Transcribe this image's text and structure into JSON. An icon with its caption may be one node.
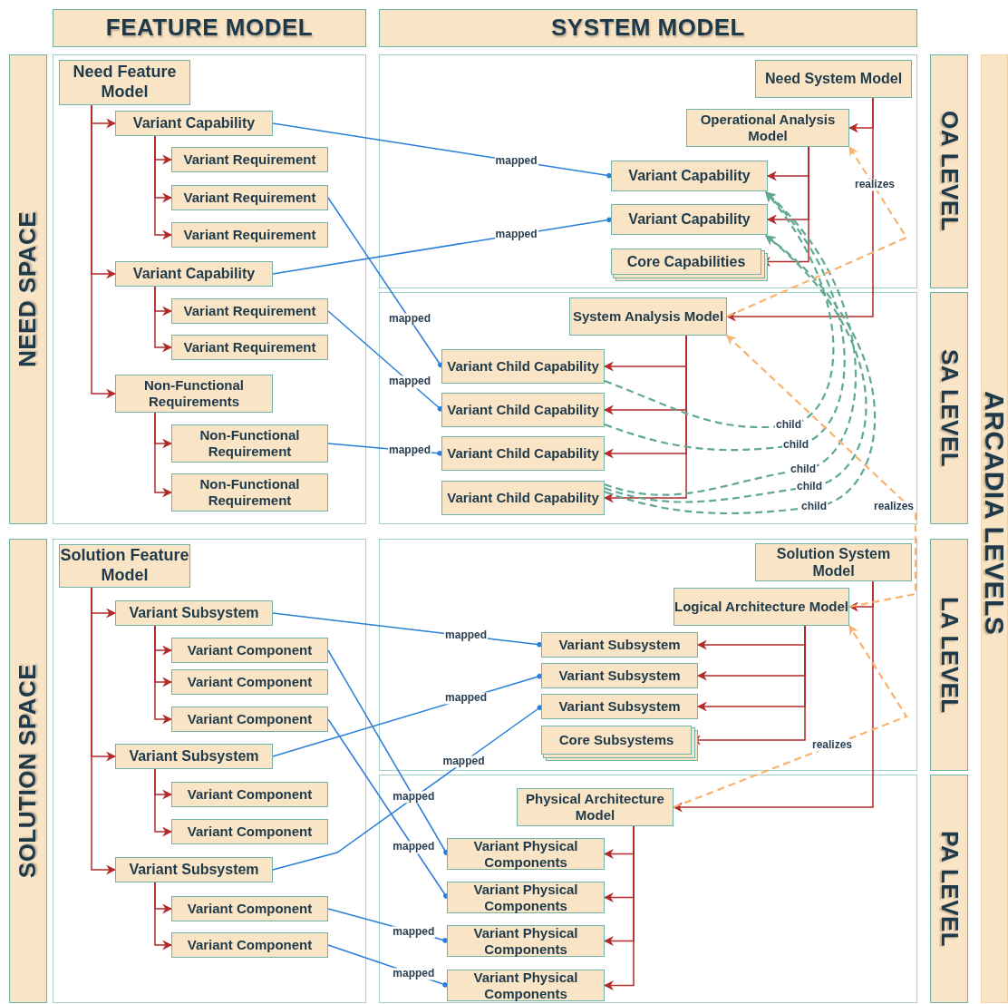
{
  "diagram": {
    "nodes": [
      {
        "text": [
          "FEATURE MODEL"
        ]
      },
      {
        "text": [
          "SYSTEM MODEL"
        ]
      },
      {
        "text": [
          "NEED SPACE"
        ]
      },
      {
        "text": [
          "SOLUTION SPACE"
        ]
      },
      {
        "text": [
          "OA LEVEL"
        ]
      },
      {
        "text": [
          "SA LEVEL"
        ]
      },
      {
        "text": [
          "LA LEVEL"
        ]
      },
      {
        "text": [
          "PA LEVEL"
        ]
      },
      {
        "text": [
          "ARCADIA LEVELS"
        ]
      },
      {
        "text": [
          "Need Feature Model"
        ]
      },
      {
        "text": [
          "Variant Capability"
        ]
      },
      {
        "text": [
          "Variant Requirement"
        ]
      },
      {
        "text": [
          "Variant Requirement"
        ]
      },
      {
        "text": [
          "Variant Requirement"
        ]
      },
      {
        "text": [
          "Variant Capability"
        ]
      },
      {
        "text": [
          "Variant Requirement"
        ]
      },
      {
        "text": [
          "Variant Requirement"
        ]
      },
      {
        "text": [
          "Non-Functional Requirements"
        ]
      },
      {
        "text": [
          "Non-Functional Requirement"
        ]
      },
      {
        "text": [
          "Non-Functional Requirement"
        ]
      },
      {
        "text": [
          "Solution Feature Model"
        ]
      },
      {
        "text": [
          "Variant Subsystem"
        ]
      },
      {
        "text": [
          "Variant Component"
        ]
      },
      {
        "text": [
          "Variant Component"
        ]
      },
      {
        "text": [
          "Variant Component"
        ]
      },
      {
        "text": [
          "Variant Subsystem"
        ]
      },
      {
        "text": [
          "Variant Component"
        ]
      },
      {
        "text": [
          "Variant Component"
        ]
      },
      {
        "text": [
          "Variant Subsystem"
        ]
      },
      {
        "text": [
          "Variant Component"
        ]
      },
      {
        "text": [
          "Variant Component"
        ]
      },
      {
        "text": [
          "Need System Model"
        ]
      },
      {
        "text": [
          "Operational Analysis Model"
        ]
      },
      {
        "text": [
          "Variant Capability"
        ]
      },
      {
        "text": [
          "Variant Capability"
        ]
      },
      {
        "text": [
          "Core Capabilities"
        ]
      },
      {
        "text": [
          "System Analysis Model"
        ]
      },
      {
        "text": [
          "Variant Child Capability"
        ]
      },
      {
        "text": [
          "Variant Child Capability"
        ]
      },
      {
        "text": [
          "Variant Child Capability"
        ]
      },
      {
        "text": [
          "Variant Child Capability"
        ]
      },
      {
        "text": [
          "Solution System Model"
        ]
      },
      {
        "text": [
          "Logical Architecture Model"
        ]
      },
      {
        "text": [
          "Variant Subsystem"
        ]
      },
      {
        "text": [
          "Variant Subsystem"
        ]
      },
      {
        "text": [
          "Variant Subsystem"
        ]
      },
      {
        "text": [
          "Core Subsystems"
        ]
      },
      {
        "text": [
          "Physical Architecture Model"
        ]
      },
      {
        "text": [
          "Variant Physical Components"
        ]
      },
      {
        "text": [
          "Variant Physical Components"
        ]
      },
      {
        "text": [
          "Variant Physical Components"
        ]
      },
      {
        "text": [
          "Variant Physical Components"
        ]
      }
    ],
    "edges": [
      {
        "from": 9,
        "to": 10,
        "arrow": "to"
      },
      {
        "from": 9,
        "to": 14,
        "arrow": "to"
      },
      {
        "from": 9,
        "to": 17,
        "arrow": "to"
      },
      {
        "from": 10,
        "to": 11,
        "arrow": "to"
      },
      {
        "from": 10,
        "to": 12,
        "arrow": "to"
      },
      {
        "from": 10,
        "to": 13,
        "arrow": "to"
      },
      {
        "from": 14,
        "to": 15,
        "arrow": "to"
      },
      {
        "from": 14,
        "to": 16,
        "arrow": "to"
      },
      {
        "from": 17,
        "to": 18,
        "arrow": "to"
      },
      {
        "from": 17,
        "to": 19,
        "arrow": "to"
      },
      {
        "from": 20,
        "to": 21,
        "arrow": "to"
      },
      {
        "from": 20,
        "to": 25,
        "arrow": "to"
      },
      {
        "from": 20,
        "to": 28,
        "arrow": "to"
      },
      {
        "from": 21,
        "to": 22,
        "arrow": "to"
      },
      {
        "from": 21,
        "to": 23,
        "arrow": "to"
      },
      {
        "from": 21,
        "to": 24,
        "arrow": "to"
      },
      {
        "from": 25,
        "to": 26,
        "arrow": "to"
      },
      {
        "from": 25,
        "to": 27,
        "arrow": "to"
      },
      {
        "from": 28,
        "to": 29,
        "arrow": "to"
      },
      {
        "from": 28,
        "to": 30,
        "arrow": "to"
      },
      {
        "from": 31,
        "to": 32,
        "arrow": "to"
      },
      {
        "from": 31,
        "to": 36,
        "arrow": "to"
      },
      {
        "from": 32,
        "to": 33,
        "arrow": "to"
      },
      {
        "from": 32,
        "to": 34,
        "arrow": "to"
      },
      {
        "from": 32,
        "to": 35,
        "arrow": "to"
      },
      {
        "from": 36,
        "to": 37,
        "arrow": "to"
      },
      {
        "from": 36,
        "to": 38,
        "arrow": "to"
      },
      {
        "from": 36,
        "to": 39,
        "arrow": "to"
      },
      {
        "from": 36,
        "to": 40,
        "arrow": "to"
      },
      {
        "from": 41,
        "to": 42,
        "arrow": "to"
      },
      {
        "from": 41,
        "to": 47,
        "arrow": "to"
      },
      {
        "from": 42,
        "to": 43,
        "arrow": "to"
      },
      {
        "from": 42,
        "to": 44,
        "arrow": "to"
      },
      {
        "from": 42,
        "to": 45,
        "arrow": "to"
      },
      {
        "from": 42,
        "to": 46,
        "arrow": "to"
      },
      {
        "from": 47,
        "to": 48,
        "arrow": "to"
      },
      {
        "from": 47,
        "to": 49,
        "arrow": "to"
      },
      {
        "from": 47,
        "to": 50,
        "arrow": "to"
      },
      {
        "from": 47,
        "to": 51,
        "arrow": "to"
      },
      {
        "from": 10,
        "to": 33,
        "arrow": "other",
        "label": "mapped",
        "color": "#2a7fd8"
      },
      {
        "from": 14,
        "to": 34,
        "arrow": "other",
        "label": "mapped",
        "color": "#2a7fd8"
      },
      {
        "from": 12,
        "to": 37,
        "arrow": "other",
        "label": "mapped",
        "color": "#2a7fd8"
      },
      {
        "from": 15,
        "to": 38,
        "arrow": "other",
        "label": "mapped",
        "color": "#2a7fd8"
      },
      {
        "from": 18,
        "to": 39,
        "arrow": "other",
        "label": "mapped",
        "color": "#2a7fd8"
      },
      {
        "from": 21,
        "to": 43,
        "arrow": "other",
        "label": "mapped",
        "color": "#2a7fd8"
      },
      {
        "from": 25,
        "to": 44,
        "arrow": "other",
        "label": "mapped",
        "color": "#2a7fd8"
      },
      {
        "from": 28,
        "to": 45,
        "arrow": "other",
        "label": "mapped",
        "color": "#2a7fd8"
      },
      {
        "from": 22,
        "to": 48,
        "arrow": "other",
        "label": "mapped",
        "color": "#2a7fd8"
      },
      {
        "from": 24,
        "to": 49,
        "arrow": "other",
        "label": "mapped",
        "color": "#2a7fd8"
      },
      {
        "from": 29,
        "to": 50,
        "arrow": "other",
        "label": "mapped",
        "color": "#2a7fd8"
      },
      {
        "from": 30,
        "to": 51,
        "arrow": "other",
        "label": "mapped",
        "color": "#2a7fd8"
      },
      {
        "from": 37,
        "to": 33,
        "arrow": "to",
        "label": "child",
        "style": "dashed",
        "color": "#5fa893"
      },
      {
        "from": 38,
        "to": 33,
        "arrow": "to",
        "label": "child",
        "style": "dashed",
        "color": "#5fa893"
      },
      {
        "from": 40,
        "to": 33,
        "arrow": "to",
        "label": "child",
        "style": "dashed",
        "color": "#5fa893"
      },
      {
        "from": 40,
        "to": 34,
        "arrow": "to",
        "label": "child",
        "style": "dashed",
        "color": "#5fa893"
      },
      {
        "from": 40,
        "to": 34,
        "arrow": "to",
        "label": "child",
        "style": "dashed",
        "color": "#5fa893"
      },
      {
        "from": 36,
        "to": 32,
        "arrow": "to",
        "label": "realizes",
        "style": "dashed",
        "color": "#f9b36c"
      },
      {
        "from": 42,
        "to": 36,
        "arrow": "to",
        "label": "realizes",
        "style": "dashed",
        "color": "#f9b36c"
      },
      {
        "from": 47,
        "to": 42,
        "arrow": "to",
        "label": "realizes",
        "style": "dashed",
        "color": "#f9b36c"
      }
    ]
  }
}
